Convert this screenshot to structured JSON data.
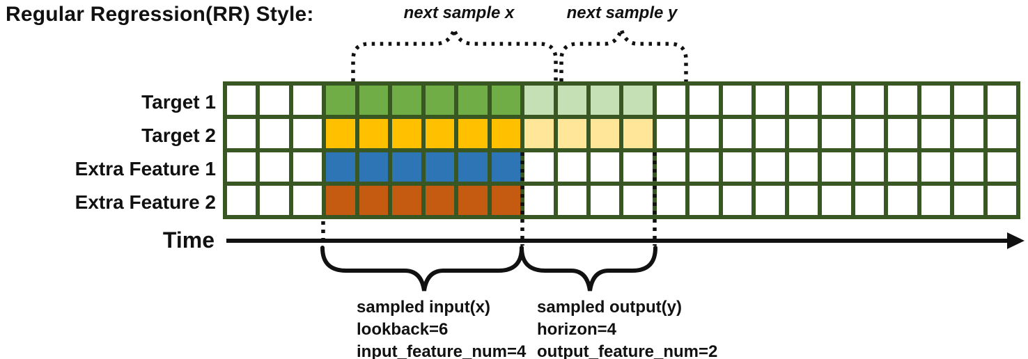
{
  "title": "Regular Regression(RR) Style:",
  "palette": {
    "grid_line": "#385723",
    "ink": "#111111",
    "empty": "#ffffff",
    "target1_input": "#70AD47",
    "target1_output": "#C5E0B4",
    "target2_input": "#FFC000",
    "target2_output": "#FFE699",
    "extra1_input": "#2E75B6",
    "extra2_input": "#C55A11"
  },
  "grid": {
    "columns": 24,
    "input_range": [
      3,
      8
    ],
    "output_range": [
      9,
      12
    ],
    "rows": [
      {
        "label": "Target 1",
        "input": "target1_input",
        "output": "target1_output"
      },
      {
        "label": "Target 2",
        "input": "target2_input",
        "output": "target2_output"
      },
      {
        "label": "Extra Feature 1",
        "input": "extra1_input",
        "output": null
      },
      {
        "label": "Extra Feature 2",
        "input": "extra2_input",
        "output": null
      }
    ]
  },
  "annotations": {
    "next_sample_x": "next sample x",
    "next_sample_y": "next sample y",
    "time_label": "Time",
    "input_caption": [
      "sampled input(x)",
      "lookback=6",
      "input_feature_num=4"
    ],
    "output_caption": [
      "sampled output(y)",
      "horizon=4",
      "output_feature_num=2"
    ]
  }
}
